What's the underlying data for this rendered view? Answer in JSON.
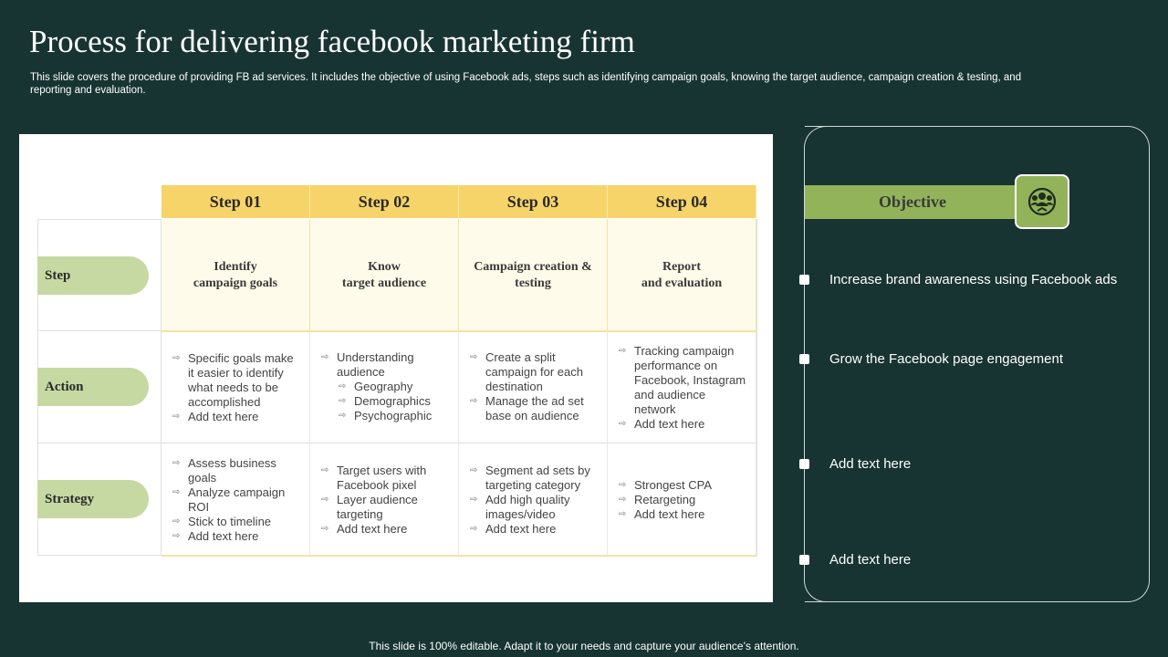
{
  "title": "Process for delivering facebook marketing firm",
  "subtitle": "This slide covers the procedure of providing FB ad services. It includes the objective of using Facebook ads, steps such as identifying campaign goals, knowing the target audience, campaign creation & testing, and reporting and evaluation.",
  "table": {
    "steps": [
      "Step 01",
      "Step 02",
      "Step 03",
      "Step 04"
    ],
    "rows": {
      "step": {
        "label": "Step",
        "cells": [
          [
            "Identify",
            "campaign goals"
          ],
          [
            "Know",
            "target audience"
          ],
          [
            "Campaign creation &",
            "testing"
          ],
          [
            "Report",
            "and evaluation"
          ]
        ]
      },
      "action": {
        "label": "Action",
        "cells": [
          [
            "Specific goals make it easier to identify what needs to be accomplished",
            "Add text here"
          ],
          [
            "Understanding audience",
            "Geography",
            "Demographics",
            "Psychographic"
          ],
          [
            "Create a split campaign for each destination",
            "Manage the ad set base on audience"
          ],
          [
            "Tracking campaign performance on Facebook, Instagram and audience network",
            "Add text here"
          ]
        ]
      },
      "strategy": {
        "label": "Strategy",
        "cells": [
          [
            "Assess business goals",
            "Analyze campaign ROI",
            "Stick to timeline",
            "Add text here"
          ],
          [
            "Target users with Facebook pixel",
            "Layer audience targeting",
            "Add text here"
          ],
          [
            "Segment ad sets by targeting category",
            "Add high quality images/video",
            "Add text here"
          ],
          [
            "Strongest CPA",
            "Retargeting",
            "Add text here"
          ]
        ]
      }
    }
  },
  "objective": {
    "heading": "Objective",
    "icon": "audience-target-icon",
    "items": [
      "Increase brand awareness using Facebook ads",
      "Grow the Facebook page engagement",
      "Add text here",
      "Add text here"
    ]
  },
  "footer": "This slide is 100% editable. Adapt it to your needs and capture your audience’s attention.",
  "colors": {
    "background": "#173432",
    "step_header": "#f7d469",
    "pill_green": "#c6d9a2",
    "objective_green": "#93b35b"
  }
}
